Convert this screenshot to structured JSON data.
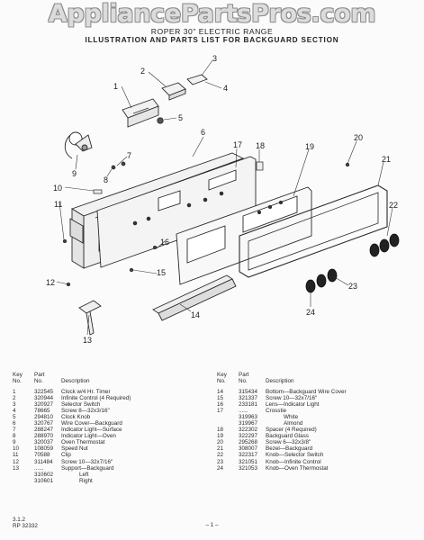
{
  "watermark": "AppliancePartsPros.com",
  "header": {
    "line1": "ROPER 30\" ELECTRIC RANGE",
    "line2": "ILLUSTRATION AND PARTS LIST FOR BACKGUARD SECTION"
  },
  "callouts": [
    "1",
    "2",
    "3",
    "4",
    "5",
    "6",
    "7",
    "8",
    "9",
    "10",
    "11",
    "12",
    "13",
    "14",
    "15",
    "16",
    "17",
    "18",
    "19",
    "20",
    "21",
    "22",
    "23",
    "24"
  ],
  "table_headers": {
    "key": "Key\nNo.",
    "part": "Part\nNo.",
    "description": "Description"
  },
  "left_rows": [
    {
      "key": "1",
      "part": "322545",
      "desc": "Clock w/4 Hr. Timer"
    },
    {
      "key": "2",
      "part": "320944",
      "desc": "Infinite Control (4 Required)"
    },
    {
      "key": "3",
      "part": "320927",
      "desc": "Selector Switch"
    },
    {
      "key": "4",
      "part": "78665",
      "desc": "Screw 8—32x3/16\""
    },
    {
      "key": "5",
      "part": "294810",
      "desc": "Clock Knob"
    },
    {
      "key": "6",
      "part": "320767",
      "desc": "Wire Cover—Backguard"
    },
    {
      "key": "7",
      "part": "288247",
      "desc": "Indicator Light—Surface"
    },
    {
      "key": "8",
      "part": "288970",
      "desc": "Indicator Light—Oven"
    },
    {
      "key": "9",
      "part": "320037",
      "desc": "Oven Thermostat"
    },
    {
      "key": "10",
      "part": "108059",
      "desc": "Speed Nut"
    },
    {
      "key": "11",
      "part": "70588",
      "desc": "Clip"
    },
    {
      "key": "12",
      "part": "311484",
      "desc": "Screw 10—32x7/16\""
    },
    {
      "key": "13",
      "part": "......",
      "desc": "Support—Backguard"
    },
    {
      "key": "",
      "part": "310602",
      "desc": "Left",
      "indent": true
    },
    {
      "key": "",
      "part": "310601",
      "desc": "Right",
      "indent": true
    }
  ],
  "right_rows": [
    {
      "key": "14",
      "part": "315434",
      "desc": "Bottom—Backguard Wire Cover"
    },
    {
      "key": "15",
      "part": "321337",
      "desc": "Screw 10—32x7/16\""
    },
    {
      "key": "16",
      "part": "233181",
      "desc": "Lens—Indicator Light"
    },
    {
      "key": "17",
      "part": "......",
      "desc": "Crosstie"
    },
    {
      "key": "",
      "part": "319963",
      "desc": "White",
      "indent": true
    },
    {
      "key": "",
      "part": "319967",
      "desc": "Almond",
      "indent": true
    },
    {
      "key": "18",
      "part": "322302",
      "desc": "Spacer (4 Required)"
    },
    {
      "key": "19",
      "part": "322297",
      "desc": "Backguard Glass"
    },
    {
      "key": "20",
      "part": "295268",
      "desc": "Screw 6—32x3/8\""
    },
    {
      "key": "21",
      "part": "308007",
      "desc": "Bezel—Backguard"
    },
    {
      "key": "22",
      "part": "322317",
      "desc": "Knob—Selector Switch"
    },
    {
      "key": "23",
      "part": "321051",
      "desc": "Knob—Infinite Control"
    },
    {
      "key": "24",
      "part": "321053",
      "desc": "Knob—Oven Thermostat"
    }
  ],
  "footer": {
    "left_line1": "3.1.2",
    "left_line2": "RP 32332",
    "page": "– 1 –"
  }
}
